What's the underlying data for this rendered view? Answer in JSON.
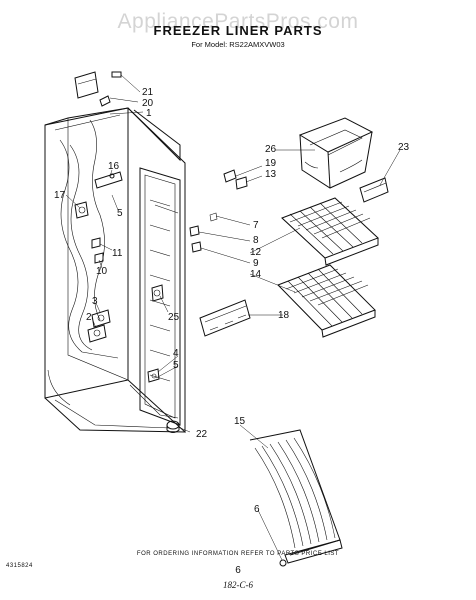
{
  "watermark": "AppliancePartsPros.com",
  "title": "FREEZER LINER PARTS",
  "subtitle": "For Model: RS22AMXVW03",
  "footer": {
    "order_text": "FOR ORDERING INFORMATION REFER TO PARTS PRICE LIST",
    "doc_number": "4315824",
    "page_number": "6",
    "handwritten": "182-C-6"
  },
  "callouts": [
    {
      "id": "c21",
      "label": "21"
    },
    {
      "id": "c20",
      "label": "20"
    },
    {
      "id": "c1",
      "label": "1"
    },
    {
      "id": "c16",
      "label": "16"
    },
    {
      "id": "c17",
      "label": "17"
    },
    {
      "id": "c5a",
      "label": "5"
    },
    {
      "id": "c11",
      "label": "11"
    },
    {
      "id": "c10",
      "label": "10"
    },
    {
      "id": "c3",
      "label": "3"
    },
    {
      "id": "c2",
      "label": "2"
    },
    {
      "id": "c26",
      "label": "26"
    },
    {
      "id": "c19",
      "label": "19"
    },
    {
      "id": "c13",
      "label": "13"
    },
    {
      "id": "c23",
      "label": "23"
    },
    {
      "id": "c7",
      "label": "7"
    },
    {
      "id": "c8",
      "label": "8"
    },
    {
      "id": "c12",
      "label": "12"
    },
    {
      "id": "c9",
      "label": "9"
    },
    {
      "id": "c14",
      "label": "14"
    },
    {
      "id": "c25",
      "label": "25"
    },
    {
      "id": "c18",
      "label": "18"
    },
    {
      "id": "c4",
      "label": "4"
    },
    {
      "id": "c5b",
      "label": "5"
    },
    {
      "id": "c22",
      "label": "22"
    },
    {
      "id": "c15",
      "label": "15"
    },
    {
      "id": "c6",
      "label": "6"
    }
  ]
}
